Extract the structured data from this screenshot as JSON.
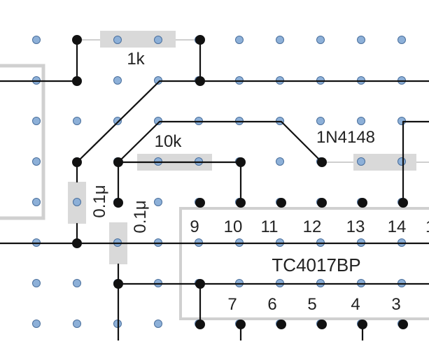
{
  "colors": {
    "background": "#ffffff",
    "hole": "#8db0d8",
    "hole_stroke": "#4a6f9c",
    "wire": "#111111",
    "component": "#d9d9d9",
    "outline": "#d0d0d0"
  },
  "components": {
    "r1_label": "1k",
    "r2_label": "10k",
    "diode_label": "1N4148",
    "c1_label": "0.1μ",
    "c2_label": "0.1μ",
    "ic_label": "TC4017BP"
  },
  "ic_pins_top": [
    "9",
    "10",
    "11",
    "12",
    "13",
    "14",
    "1"
  ],
  "ic_pins_bottom": [
    "7",
    "6",
    "5",
    "4",
    "3"
  ]
}
